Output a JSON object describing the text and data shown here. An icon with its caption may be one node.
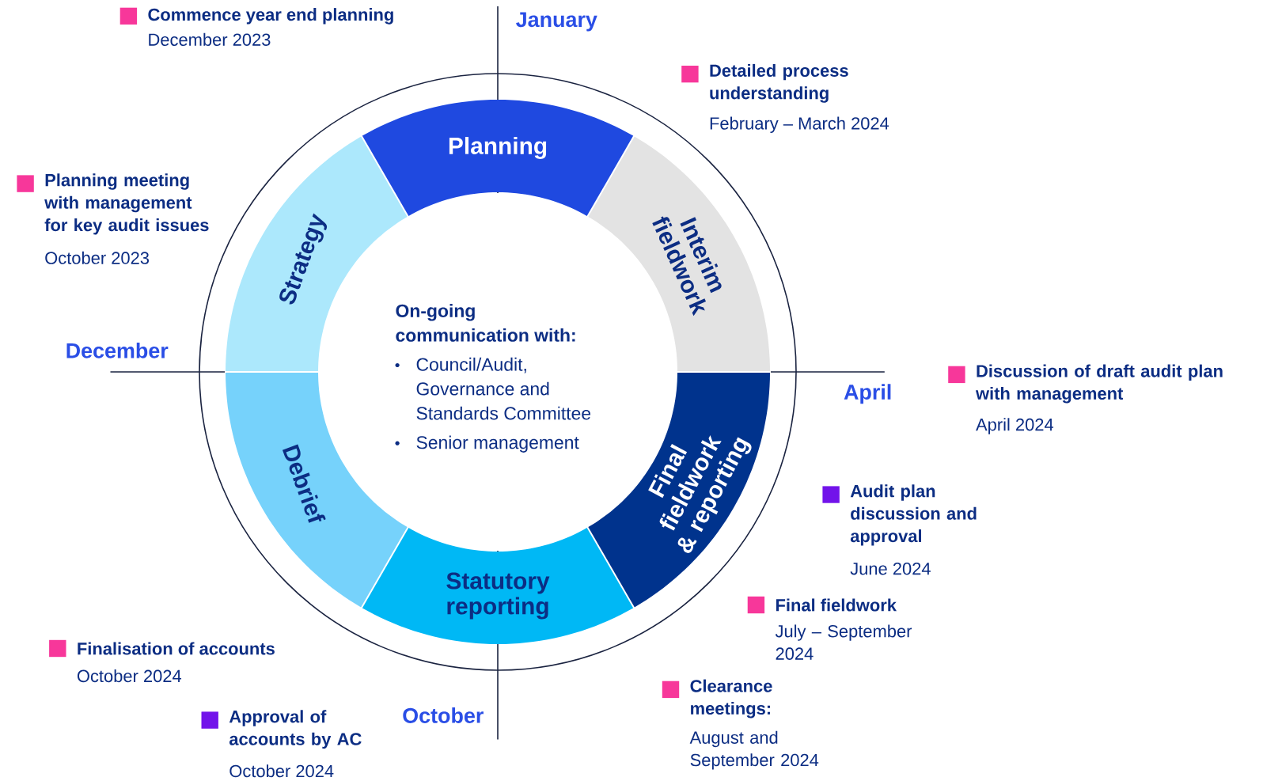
{
  "diagram": {
    "nodes": [
      {
        "text": [
          "Planning"
        ]
      },
      {
        "text": [
          "Interim fieldwork"
        ]
      },
      {
        "text": [
          "Final fieldwork & reporting"
        ]
      },
      {
        "text": [
          "Statutory reporting"
        ]
      },
      {
        "text": [
          "Debrief"
        ]
      },
      {
        "text": [
          "Strategy"
        ]
      },
      {
        "text": [
          "On-going communication with:",
          "Council/Audit, Governance and Standards Committee",
          "Senior management"
        ]
      }
    ],
    "labels": [
      "Commence year end planning",
      "December 2023",
      "January",
      "Detailed process understanding",
      "February – March 2024",
      "Planning meeting with management for key audit issues",
      "October 2023",
      "December",
      "Discussion of draft audit plan with management",
      "April 2024",
      "April",
      "Audit plan discussion and approval",
      "June 2024",
      "Final fieldwork",
      "July – September 2024",
      "Finalisation of accounts",
      "October 2024",
      "Clearance meetings:",
      "August and September 2024",
      "October",
      "Approval of accounts by AC",
      "October 2024"
    ]
  }
}
